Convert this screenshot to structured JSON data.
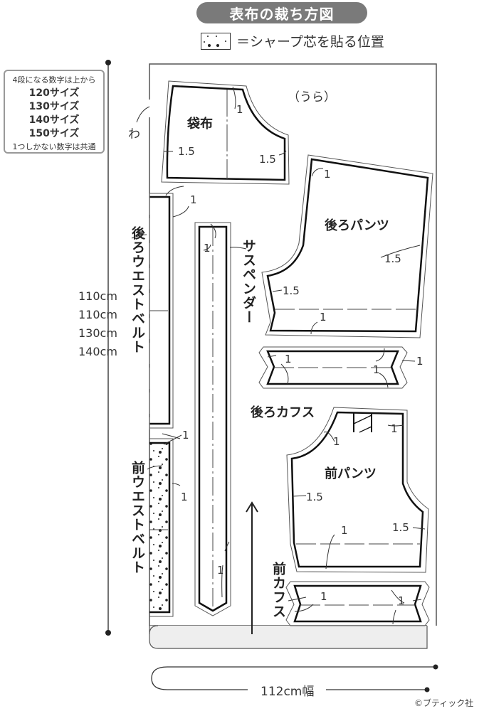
{
  "header": {
    "title": "表布の裁ち方図",
    "legend_label": "＝シャープ芯を貼る位置"
  },
  "size_note": {
    "intro": "4段になる数字は上から",
    "sizes": [
      "120サイズ",
      "130サイズ",
      "140サイズ",
      "150サイズ"
    ],
    "outro": "1つしかない数字は共通"
  },
  "fabric": {
    "fold_label": "わ",
    "side_label": "（うら）",
    "length_labels": [
      "110cm",
      "110cm",
      "130cm",
      "140cm"
    ],
    "width_label": "112cm幅",
    "credit": "©ブティック社"
  },
  "pieces": {
    "pocket": {
      "name": "袋布",
      "allowances": [
        "1",
        "1.5",
        "1.5"
      ]
    },
    "back_pants": {
      "name": "後ろパンツ",
      "allowances": [
        "1",
        "1.5",
        "1.5",
        "1"
      ]
    },
    "back_waistband": {
      "name": "後ろウエストベルト",
      "allowances": [
        "1"
      ]
    },
    "suspender": {
      "name": "サスペンダー",
      "allowances": [
        "1",
        "1"
      ]
    },
    "back_cuffs": {
      "name": "後ろカフス",
      "allowances": [
        "1",
        "1",
        "1"
      ]
    },
    "front_pants": {
      "name": "前パンツ",
      "allowances": [
        "1",
        "1",
        "1.5",
        "1.5",
        "1"
      ]
    },
    "front_waistband": {
      "name": "前ウエストベルト",
      "allowances": [
        "1",
        "1"
      ]
    },
    "front_cuffs": {
      "name": "前カフス",
      "allowances": [
        "1",
        "1"
      ]
    }
  },
  "colors": {
    "title_bg": "#7a7a7a",
    "line": "#222222",
    "fabric_edge": "#555555",
    "selvage_fill": "#eeeeee"
  }
}
